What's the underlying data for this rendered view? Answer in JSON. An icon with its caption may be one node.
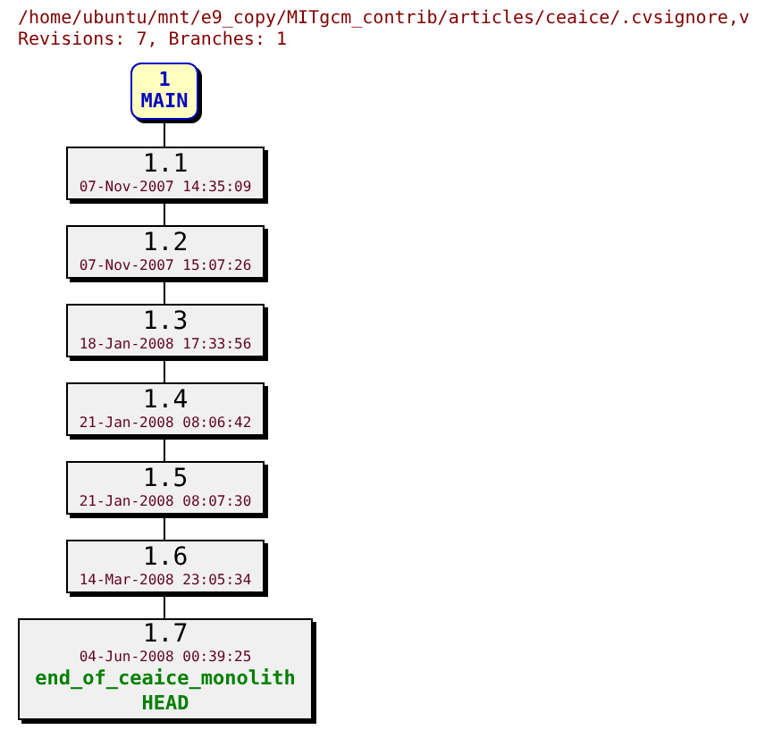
{
  "diagram": {
    "title": "/home/ubuntu/mnt/e9_copy/MITgcm_contrib/articles/ceaice/.cvsignore,v",
    "labels": [
      "Revisions: 7, Branches: 1"
    ],
    "nodes": [
      {
        "text": [
          "1",
          "MAIN"
        ]
      },
      {
        "text": [
          "1.1",
          "07-Nov-2007 14:35:09"
        ]
      },
      {
        "text": [
          "1.2",
          "07-Nov-2007 15:07:26"
        ]
      },
      {
        "text": [
          "1.3",
          "18-Jan-2008 17:33:56"
        ]
      },
      {
        "text": [
          "1.4",
          "21-Jan-2008 08:06:42"
        ]
      },
      {
        "text": [
          "1.5",
          "21-Jan-2008 08:07:30"
        ]
      },
      {
        "text": [
          "1.6",
          "14-Mar-2008 23:05:34"
        ]
      },
      {
        "text": [
          "1.7",
          "04-Jun-2008 00:39:25",
          "end_of_ceaice_monolith",
          "HEAD"
        ]
      }
    ],
    "edges": [
      {
        "from": 0,
        "to": 1,
        "arrow": "none"
      },
      {
        "from": 1,
        "to": 2,
        "arrow": "none"
      },
      {
        "from": 2,
        "to": 3,
        "arrow": "none"
      },
      {
        "from": 3,
        "to": 4,
        "arrow": "none"
      },
      {
        "from": 4,
        "to": 5,
        "arrow": "none"
      },
      {
        "from": 5,
        "to": 6,
        "arrow": "none"
      },
      {
        "from": 6,
        "to": 7,
        "arrow": "none"
      }
    ]
  }
}
